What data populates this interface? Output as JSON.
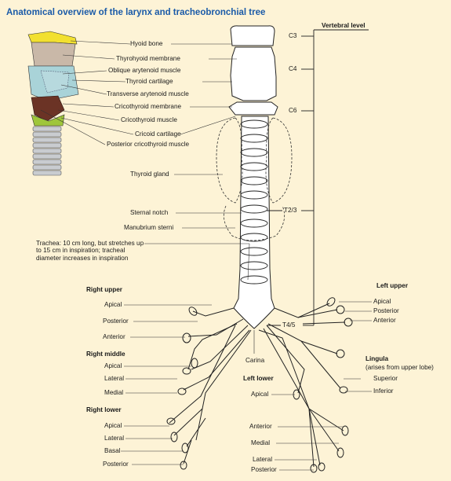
{
  "title": "Anatomical overview of the larynx and tracheobronchial tree",
  "vertebral": {
    "heading": "Vertebral level",
    "levels": [
      "C3",
      "C4",
      "C6",
      "T2/3",
      "T4/5"
    ]
  },
  "larynx_labels": [
    "Hyoid bone",
    "Thyrohyoid membrane",
    "Oblique arytenoid muscle",
    "Thyroid cartilage",
    "Transverse arytenoid muscle",
    "Cricothyroid membrane",
    "Cricothyroid muscle",
    "Cricoid cartilage",
    "Posterior cricothyroid muscle"
  ],
  "neck_labels": {
    "thyroid_gland": "Thyroid gland",
    "sternal_notch": "Sternal notch",
    "manubrium": "Manubrium sterni",
    "trachea": "Trachea: 10 cm long, but stretches up to 15 cm in inspiration; tracheal diameter increases in inspiration"
  },
  "right_lung": {
    "upper": {
      "heading": "Right upper",
      "segments": [
        "Apical",
        "Posterior",
        "Anterior"
      ]
    },
    "middle": {
      "heading": "Right middle",
      "segments": [
        "Apical",
        "Lateral",
        "Medial"
      ]
    },
    "lower": {
      "heading": "Right lower",
      "segments": [
        "Apical",
        "Lateral",
        "Basal",
        "Posterior"
      ]
    }
  },
  "left_lung": {
    "upper": {
      "heading": "Left upper",
      "segments": [
        "Apical",
        "Posterior",
        "Anterior"
      ]
    },
    "lingula": {
      "heading": "Lingula",
      "note": "(arises from upper lobe)",
      "segments": [
        "Superior",
        "Inferior"
      ]
    },
    "lower": {
      "heading": "Left lower",
      "segments": [
        "Apical",
        "Anterior",
        "Medial",
        "Lateral",
        "Posterior"
      ]
    }
  },
  "carina": "Carina",
  "colors": {
    "title": "#1a5aa8",
    "background": "#fdf3d6",
    "hyoid": "#f2e030",
    "thyroid_cartilage": "#a9d3d8",
    "muscle": "#6b3325",
    "cricoid": "#9fc63b",
    "trachea_rings": "#c9ccd0",
    "upper_larynx": "#c9b8a8"
  }
}
